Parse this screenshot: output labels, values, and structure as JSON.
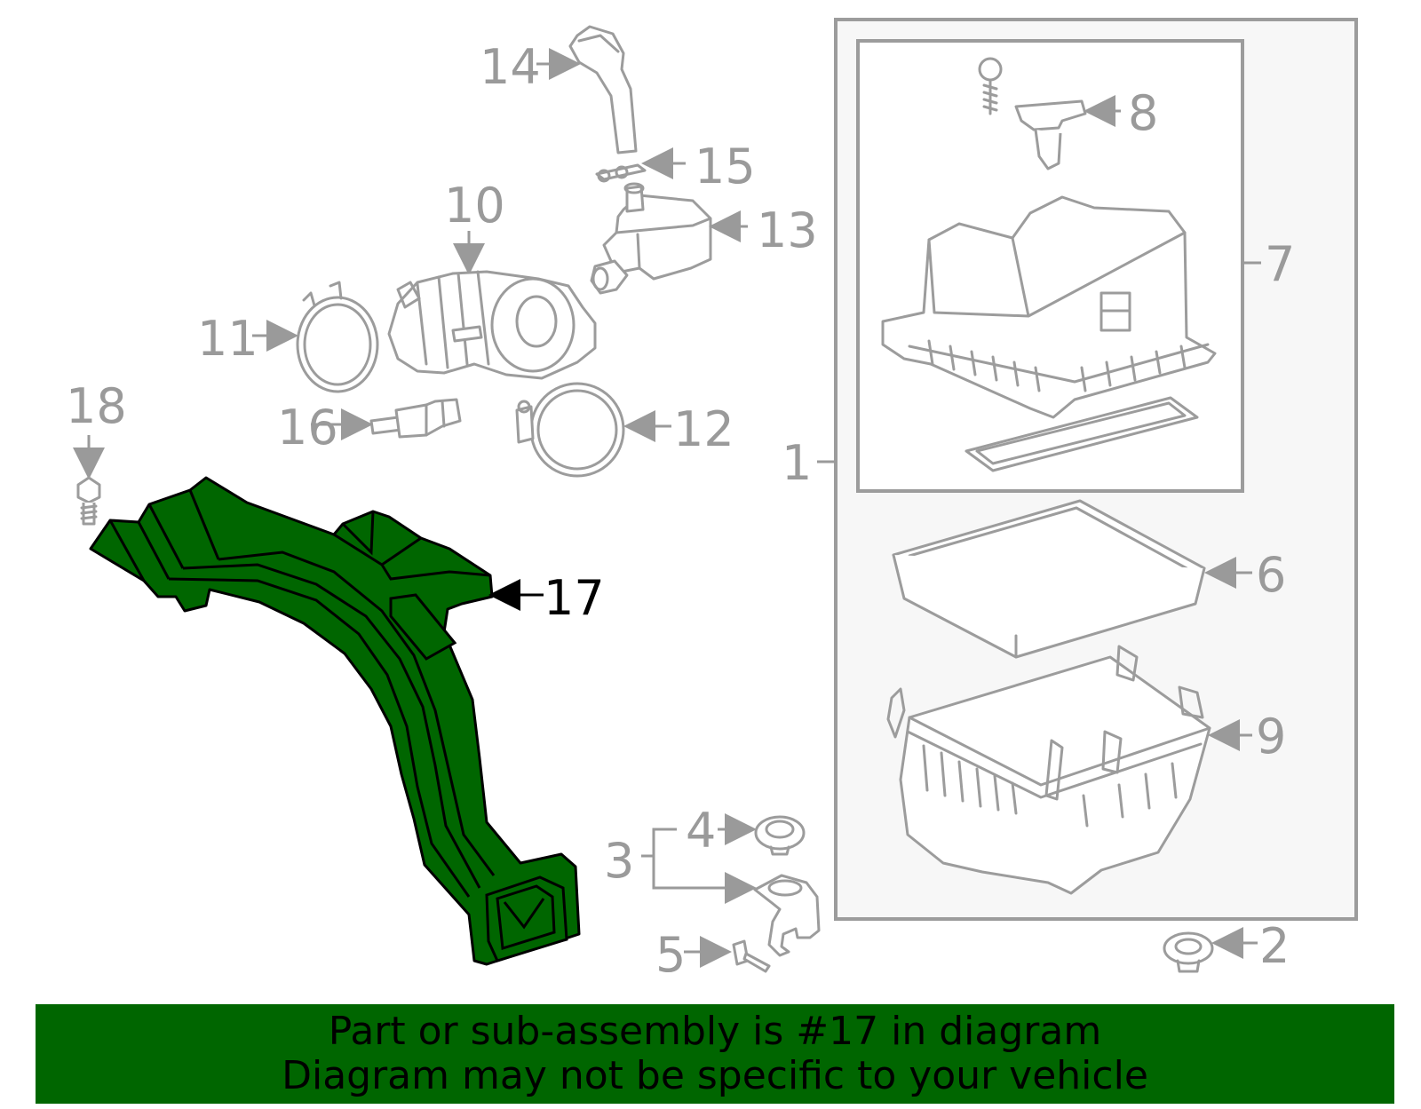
{
  "colors": {
    "highlight": "#006600",
    "outline": "#9c9c9c",
    "label": "#9a9a9a",
    "box_bg": "#f7f7f7"
  },
  "callouts": {
    "c1": "1",
    "c2": "2",
    "c3": "3",
    "c4": "4",
    "c5": "5",
    "c6": "6",
    "c7": "7",
    "c8": "8",
    "c9": "9",
    "c10": "10",
    "c11": "11",
    "c12": "12",
    "c13": "13",
    "c14": "14",
    "c15": "15",
    "c16": "16",
    "c17": "17",
    "c18": "18"
  },
  "highlighted_part": "17",
  "banner": {
    "line1": "Part or sub-assembly is #17 in diagram",
    "line2": "Diagram may not be specific to your vehicle"
  }
}
